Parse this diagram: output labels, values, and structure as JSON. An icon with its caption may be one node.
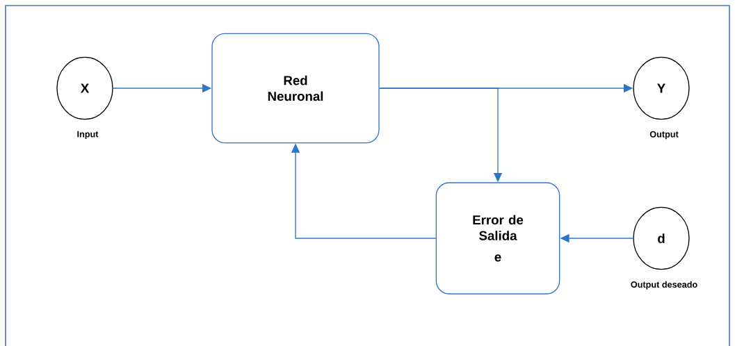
{
  "diagram": {
    "nodes": [
      {
        "text": [
          "X"
        ],
        "beside": [
          "Input"
        ]
      },
      {
        "text": [
          "Red Neuronal"
        ]
      },
      {
        "text": [
          "Y"
        ],
        "beside": [
          "Output"
        ]
      },
      {
        "text": [
          "Error de Salida",
          "e"
        ]
      },
      {
        "text": [
          "d"
        ],
        "beside": [
          "Output deseado"
        ]
      }
    ],
    "edges": [
      {
        "from": 0,
        "to": 1,
        "arrow": "to"
      },
      {
        "from": 1,
        "to": 2,
        "arrow": "to"
      },
      {
        "from": 1,
        "to": 3,
        "arrow": "to"
      },
      {
        "from": 4,
        "to": 3,
        "arrow": "to"
      },
      {
        "from": 3,
        "to": 1,
        "arrow": "to"
      }
    ]
  }
}
